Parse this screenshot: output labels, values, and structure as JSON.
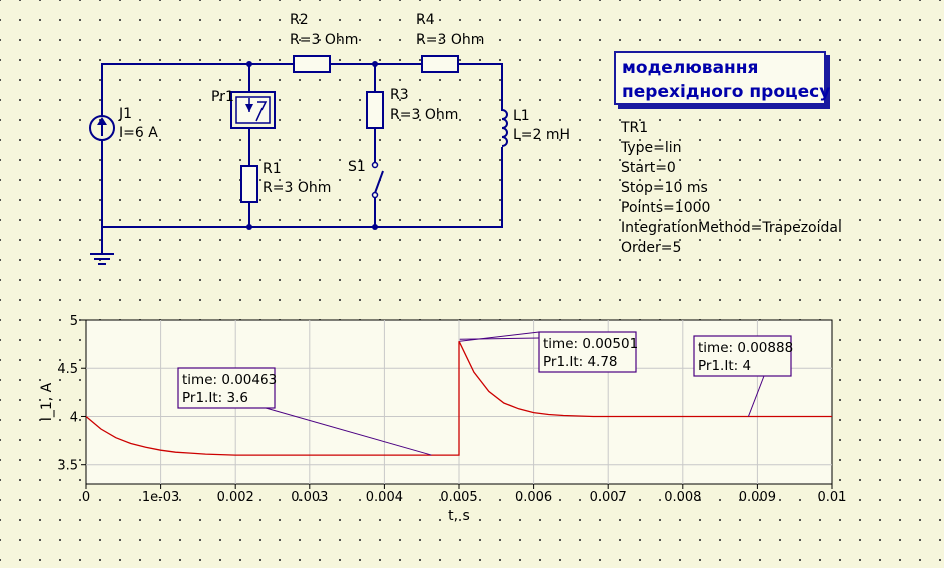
{
  "title_box": {
    "line1": "моделювання",
    "line2": "перехідного процесу"
  },
  "components": {
    "J1": {
      "name": "J1",
      "value": "I=6 A"
    },
    "R2": {
      "name": "R2",
      "value": "R=3 Ohm"
    },
    "R4": {
      "name": "R4",
      "value": "R=3 Ohm"
    },
    "Pr1": {
      "name": "Pr1"
    },
    "R1": {
      "name": "R1",
      "value": "R=3 Ohm"
    },
    "R3": {
      "name": "R3",
      "value": "R=3 Ohm"
    },
    "S1": {
      "name": "S1"
    },
    "L1": {
      "name": "L1",
      "value": "L=2 mH"
    }
  },
  "simulation": {
    "name": "TR1",
    "params": [
      "Type=lin",
      "Start=0",
      "Stop=10 ms",
      "Points=1000",
      "IntegrationMethod=Trapezoidal",
      "Order=5"
    ]
  },
  "colors": {
    "wire": "#00008b",
    "trace": "#cc0000",
    "marker_line": "#4b0082",
    "title": "#0000aa"
  },
  "chart_data": {
    "type": "line",
    "title": "",
    "xlabel": "t, s",
    "ylabel": "I_1, A",
    "xlim": [
      0,
      0.01
    ],
    "ylim": [
      3.3,
      5
    ],
    "x_ticks": [
      0,
      0.001,
      0.002,
      0.003,
      0.004,
      0.005,
      0.006,
      0.007,
      0.008,
      0.009,
      0.01
    ],
    "x_tick_labels": [
      "0",
      "1e-03",
      "0.002",
      "0.003",
      "0.004",
      "0.005",
      "0.006",
      "0.007",
      "0.008",
      "0.009",
      "0.01"
    ],
    "y_ticks": [
      3.5,
      4,
      4.5,
      5
    ],
    "y_tick_labels": [
      "3.5",
      "4",
      "4.5",
      "5"
    ],
    "grid": true,
    "series": [
      {
        "x": [
          0,
          0.0002,
          0.0004,
          0.0006,
          0.0008,
          0.001,
          0.0012,
          0.0014,
          0.0016,
          0.0018,
          0.002,
          0.003,
          0.004,
          0.005,
          0.005,
          0.0052,
          0.0054,
          0.0056,
          0.0058,
          0.006,
          0.0062,
          0.0064,
          0.0068,
          0.007,
          0.008,
          0.009,
          0.01
        ],
        "y": [
          4.0,
          3.87,
          3.78,
          3.72,
          3.68,
          3.65,
          3.63,
          3.62,
          3.61,
          3.605,
          3.6,
          3.6,
          3.6,
          3.6,
          4.78,
          4.46,
          4.26,
          4.14,
          4.08,
          4.04,
          4.02,
          4.01,
          4.0,
          4.0,
          4.0,
          4.0,
          4.0
        ]
      }
    ],
    "markers": [
      {
        "x": 0.00463,
        "y": 3.6,
        "time_label": "time: 0.00463",
        "value_label": "Pr1.It: 3.6"
      },
      {
        "x": 0.00501,
        "y": 4.78,
        "time_label": "time: 0.00501",
        "value_label": "Pr1.It: 4.78"
      },
      {
        "x": 0.00888,
        "y": 4.0,
        "time_label": "time: 0.00888",
        "value_label": "Pr1.It: 4"
      }
    ]
  }
}
